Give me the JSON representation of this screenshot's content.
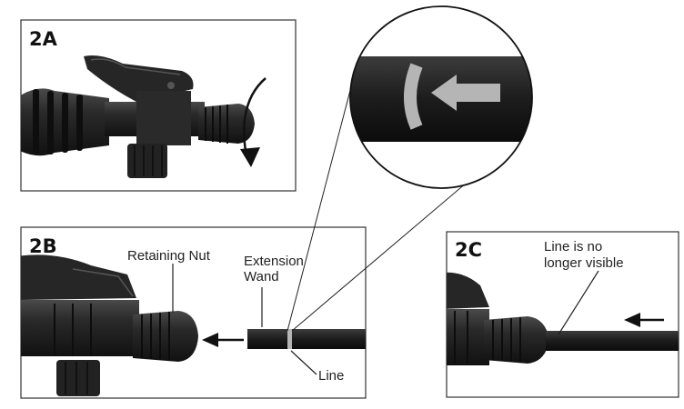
{
  "panels": [
    {
      "id": "2A",
      "label": "2A"
    },
    {
      "id": "2B",
      "label": "2B"
    },
    {
      "id": "2C",
      "label": "2C"
    }
  ],
  "callouts": {
    "retaining_nut": "Retaining Nut",
    "extension_wand_line1": "Extension",
    "extension_wand_line2": "Wand",
    "line": "Line",
    "line_not_visible_line1": "Line is no",
    "line_not_visible_line2": "longer visible"
  },
  "icons": {
    "rotate": "curved-arrow-icon",
    "direction": "arrow-left-icon"
  },
  "colors": {
    "part_dark": "#1e1e1e",
    "part_mid": "#3a3a3a",
    "marking": "#b5b5b5",
    "frame": "#333333"
  }
}
